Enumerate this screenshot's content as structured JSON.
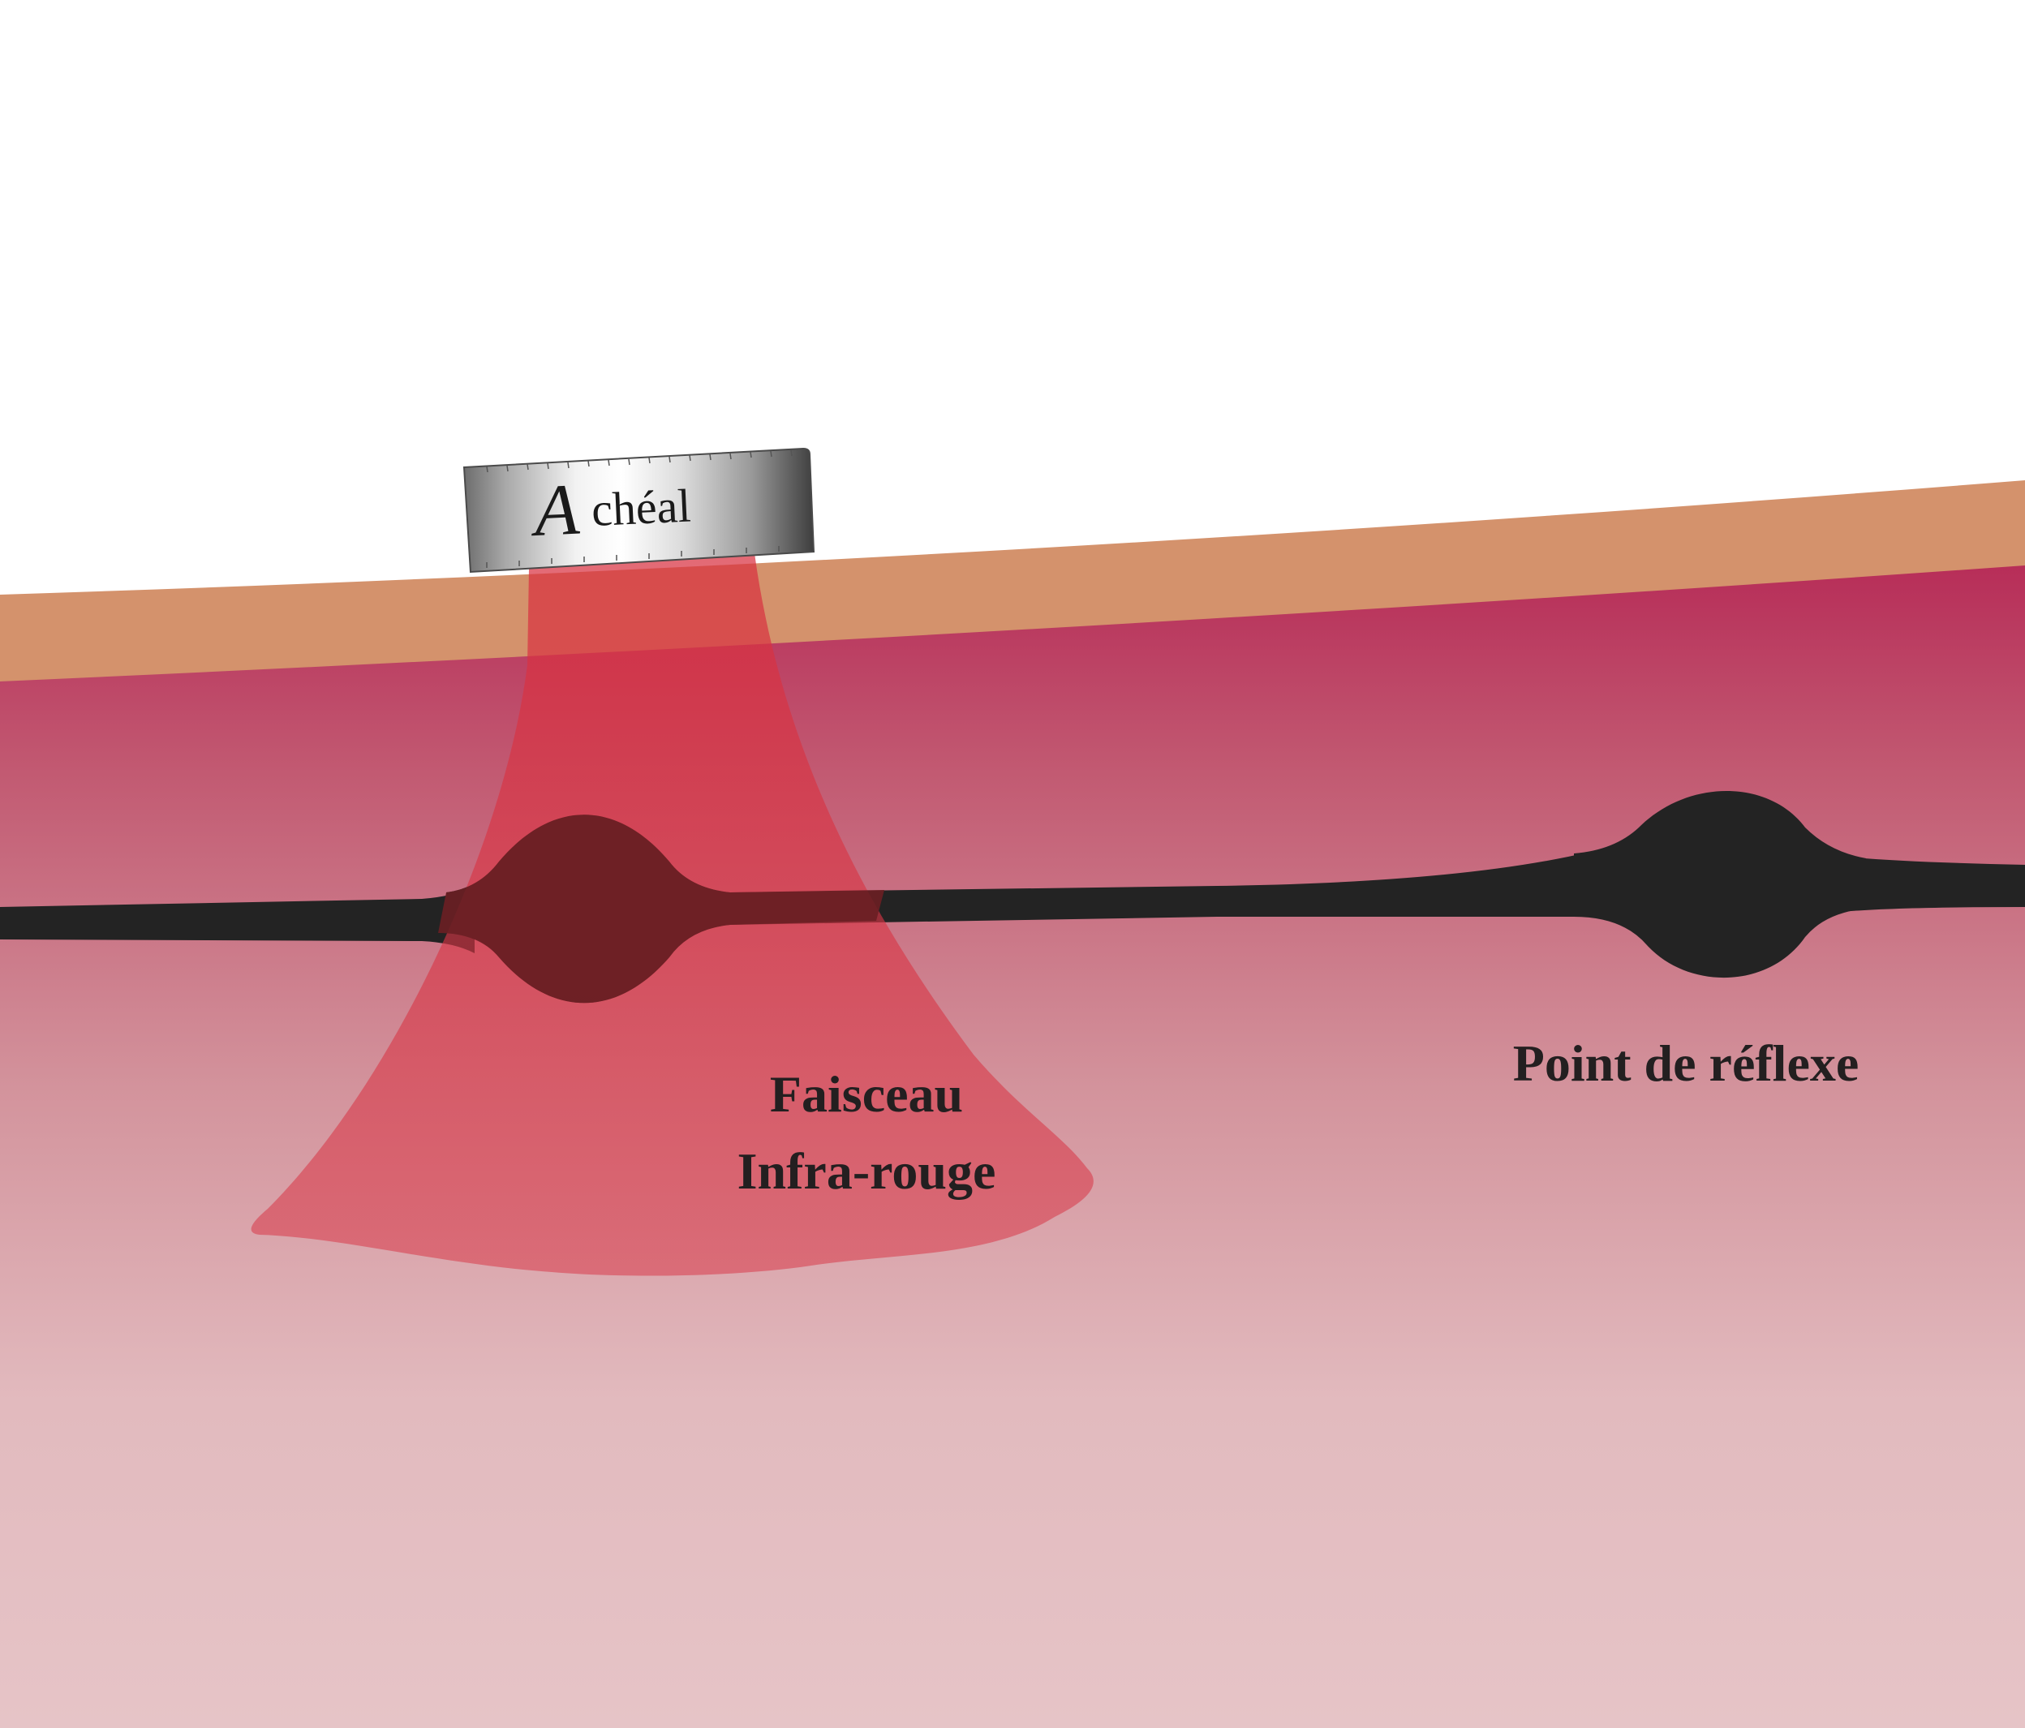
{
  "device": {
    "brand": "Achéal",
    "brand_initial": "A",
    "brand_rest": "chéal"
  },
  "labels": {
    "beam_line1": "Faisceau",
    "beam_line2": "Infra-rouge",
    "reflex_point": "Point de réflexe"
  },
  "colors": {
    "background": "#ffffff",
    "skin": "#d4926c",
    "tissue_top": "#b8325a",
    "tissue_bottom": "#e6c3c6",
    "nerve": "#232323",
    "beam": "#d8303f"
  }
}
